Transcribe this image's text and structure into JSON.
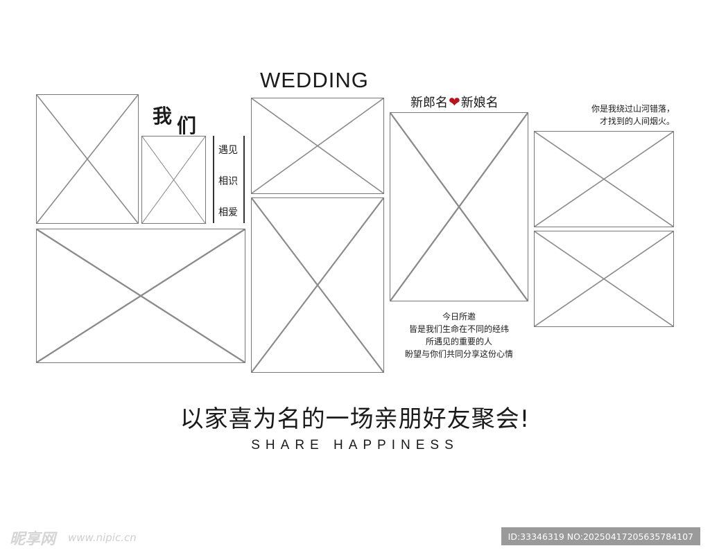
{
  "logo_left": {
    "line1": "我",
    "line2": "们"
  },
  "timeline": [
    "遇见",
    "相识",
    "相爱"
  ],
  "wedding_title": "WEDDING",
  "couple": {
    "groom": "新郎名",
    "bride": "新娘名",
    "heart_icon": "heart-icon",
    "heart_color": "#b8141b"
  },
  "poem": [
    "你是我绕过山河错落，",
    "才找到的人间烟火。"
  ],
  "invitation": [
    "今日所邀",
    "皆是我们生命在不同的经纬",
    "所遇见的重要的人",
    "盼望与你们共同分享这份心情"
  ],
  "slogan": "以家喜为名的一场亲朋好友聚会!",
  "subtitle": "SHARE HAPPINESS",
  "watermark": {
    "logo": "昵享网",
    "url": "www.nipic.cn"
  },
  "image_id": "ID:33346319 NO:20250417205635784107",
  "placeholder_icon": "image-placeholder-icon"
}
